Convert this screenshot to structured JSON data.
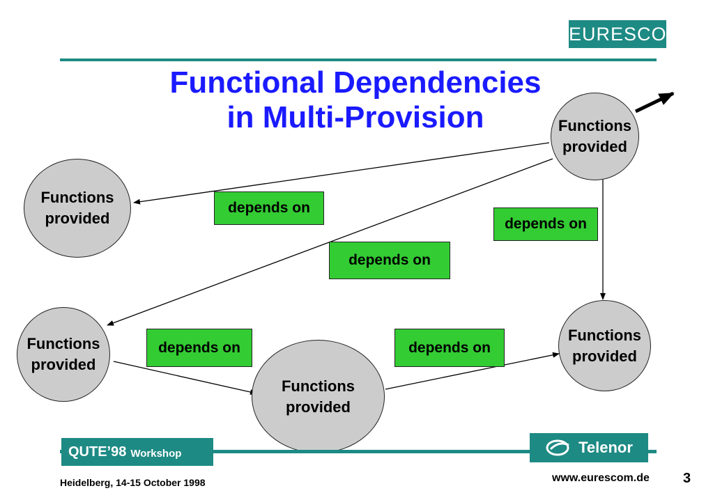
{
  "header": {
    "logo": "EURESCOM",
    "title_line1": "Functional Dependencies",
    "title_line2": "in Multi-Provision"
  },
  "diagram": {
    "nodes": [
      {
        "id": "top-right",
        "line1": "Functions",
        "line2": "provided"
      },
      {
        "id": "left-upper",
        "line1": "Functions",
        "line2": "provided"
      },
      {
        "id": "left-lower",
        "line1": "Functions",
        "line2": "provided"
      },
      {
        "id": "bottom-center",
        "line1": "Functions",
        "line2": "provided"
      },
      {
        "id": "right-lower",
        "line1": "Functions",
        "line2": "provided"
      }
    ],
    "edge_labels": [
      "depends on",
      "depends on",
      "depends on",
      "depends on",
      "depends on"
    ]
  },
  "footer": {
    "event": "QUTE’98",
    "event_sub": "Workshop",
    "partner_logo": "Telenor",
    "location_date": "Heidelberg, 14-15 October 1998",
    "url": "www.eurescom.de",
    "page_number": "3"
  },
  "colors": {
    "accent": "#1e8a84",
    "title": "#1a1aff",
    "node_fill": "#cccccc",
    "label_fill": "#33cc33"
  }
}
